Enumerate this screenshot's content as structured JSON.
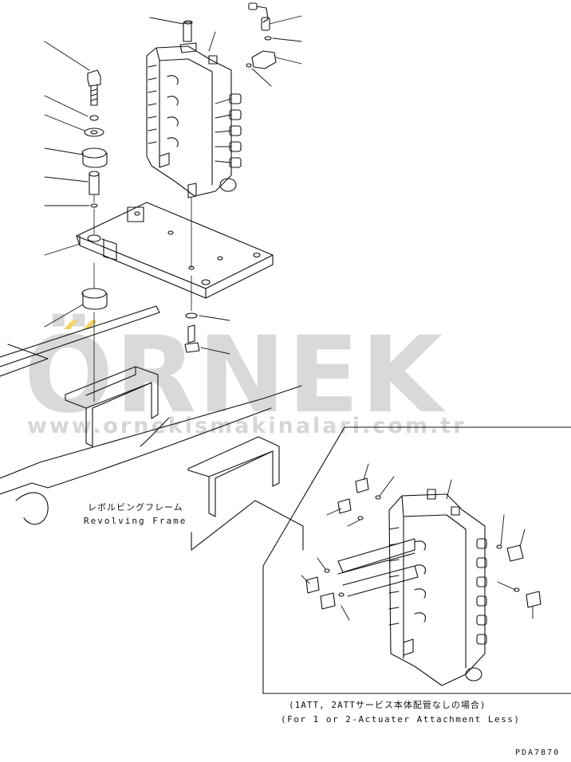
{
  "watermark": {
    "brand": "ÖRNEK",
    "url": "www.ornekismakinalari.com.tr"
  },
  "labels": {
    "revolving_frame_jp": "レボルビングフレーム",
    "revolving_frame_en": "Revolving Frame",
    "inset_caption_jp": "(1ATT, 2ATTサービス本体配管なしの場合)",
    "inset_caption_en": "(For 1 or 2-Actuater Attachment Less)",
    "drawing_code": "PDA7870"
  },
  "colors": {
    "line": "#111111",
    "watermark": "#d9d9d9",
    "watermark_accent": "#f2d36b"
  }
}
